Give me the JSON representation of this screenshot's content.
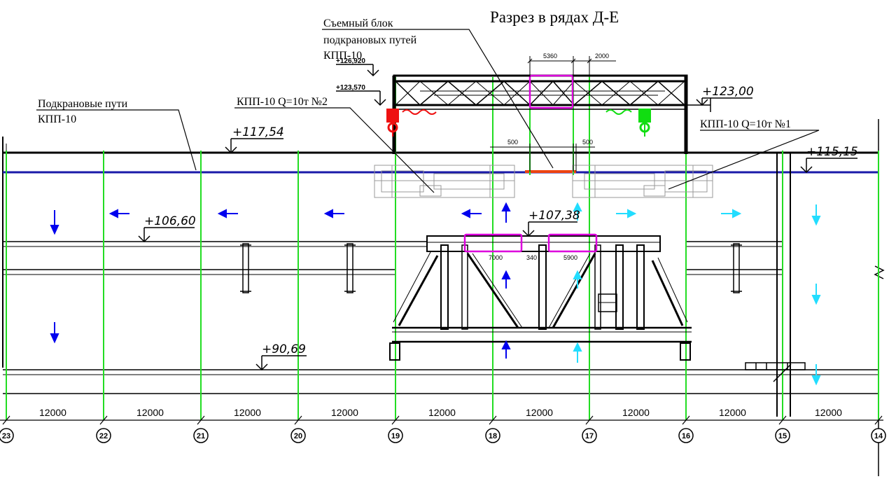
{
  "title": "Разрез в рядах Д-Е",
  "labels": {
    "removable_line1": "Съемный блок",
    "removable_line2": "подкрановых путей",
    "removable_line3": "КПП-10",
    "tracks_line1": "Подкрановые пути",
    "tracks_line2": "КПП-10",
    "crane2": "КПП-10 Q=10т №2",
    "crane1": "КПП-10 Q=10т №1"
  },
  "levels": {
    "l126": "+126,920",
    "l123_570": "+123,570",
    "l123": "+123,00",
    "l117": "+117,54",
    "l115": "+115,15",
    "l107": "+107,38",
    "l106": "+106,60",
    "l90": "+90,69"
  },
  "small_dims": {
    "d5360": "5360",
    "d2000": "2000",
    "d500a": "500",
    "d500b": "500",
    "d7000": "7000",
    "d340": "340",
    "d5900": "5900"
  },
  "bay_dims": [
    "12000",
    "12000",
    "12000",
    "12000",
    "12000",
    "12000",
    "12000",
    "12000",
    "12000"
  ],
  "axes": [
    "23",
    "22",
    "21",
    "20",
    "19",
    "18",
    "17",
    "16",
    "15",
    "14"
  ],
  "colors": {
    "grid_green": "#22dd22",
    "rail_blue": "#1a1aa8",
    "arrow_blue": "#0000ee",
    "arrow_cyan": "#22ddff",
    "magenta": "#dd00dd",
    "red": "#ee1111",
    "green_hook": "#11dd11",
    "orange": "#ee4411"
  }
}
